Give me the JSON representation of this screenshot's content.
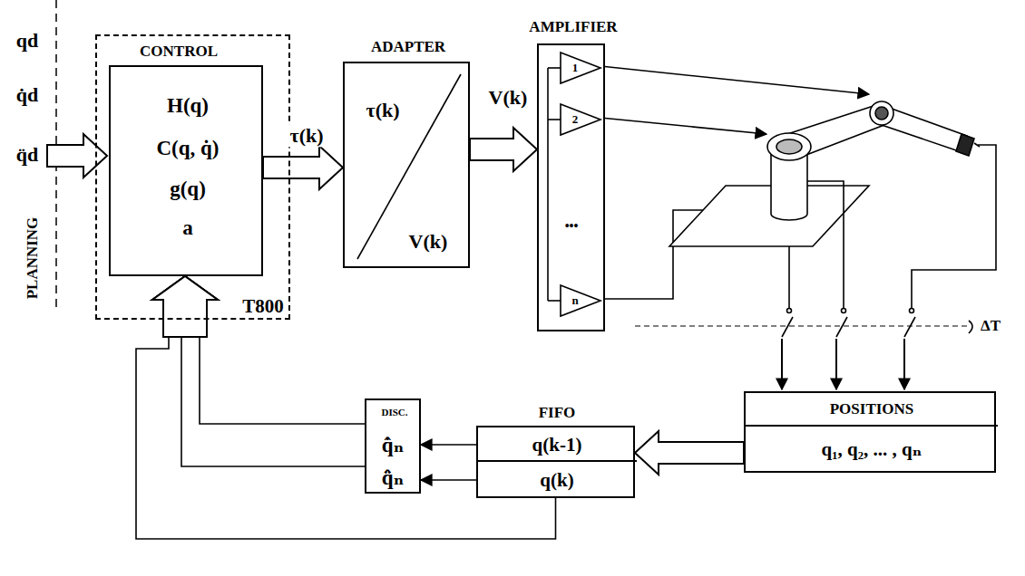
{
  "diagram": {
    "nodes": [
      {
        "text": [
          "T800"
        ]
      },
      {
        "text": [
          "CONTROL",
          "H(q)",
          "C(q, q̇)",
          "g(q)",
          "a"
        ],
        "in": 0
      },
      {
        "text": [
          "ADAPTER",
          "τ(k)",
          "V(k)"
        ]
      },
      {
        "text": [
          "AMPLIFIER",
          "1",
          "2",
          "•••",
          "n"
        ]
      },
      {
        "text": [
          "POSITIONS",
          "q₁, q₂, ... , qₙ"
        ]
      },
      {
        "text": [
          "FIFO",
          "q(k-1)",
          "q(k)"
        ]
      },
      {
        "text": [
          "DISC.",
          "q̇̂ₙ",
          "q̈̂ₙ"
        ]
      }
    ],
    "edges": [
      {
        "from": 1,
        "to": 2,
        "arrow": "to",
        "label": "τ(k)"
      },
      {
        "from": 2,
        "to": 3,
        "arrow": "to",
        "label": "V(k)"
      },
      {
        "from": 4,
        "to": 5,
        "arrow": "to"
      },
      {
        "from": 5,
        "to": 6,
        "arrow": "to"
      },
      {
        "from": 5,
        "to": 6,
        "arrow": "to"
      },
      {
        "from": 6,
        "to": 1,
        "arrow": "to"
      },
      {
        "from": 6,
        "to": 1,
        "arrow": "to"
      },
      {
        "from": 5,
        "to": 1,
        "arrow": "to"
      }
    ],
    "labels": [
      "qd",
      "q̇d",
      "q̈d",
      "PLANNING",
      "ΔT"
    ]
  }
}
